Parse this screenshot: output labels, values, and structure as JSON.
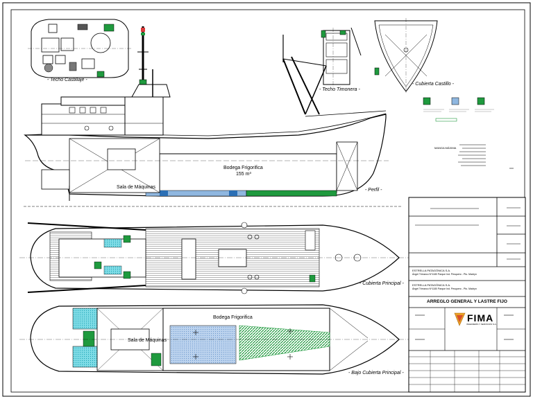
{
  "labels": {
    "techo_castillaje": "- Techo Castillaje -",
    "techo_timonera": "- Techo Timonera -",
    "cubierta_castillo": "- Cubierta Castillo -",
    "perfil": "- Perfil -",
    "cubierta_principal": "- Cubierta Principal -",
    "bajo_cubierta": "- Bajo Cubierta Principal -",
    "bodega_perfil": "Bodega Frigorifica",
    "bodega_volumen": "155 m³",
    "sala_maquinas_perfil": "Sala de Máquinas",
    "bodega_planta": "Bodega Frigorifica",
    "sala_maquinas_planta": "Sala de Máquinas",
    "manga_maxima": "MANGA MÁXIMA"
  },
  "title_block": {
    "company_1": "ESTRELLA PATAGÓNICA S.A.",
    "address_1": "Ángel Trimarco Nº1180 Parque Ind. Pesquero - Pto. Madryn",
    "company_2": "ESTRELLA PATAGÓNICA S.A.",
    "address_2": "Ángel Trimarco Nº1180 Parque Ind. Pesquero - Pto. Madryn",
    "drawing_title": "ARREGLO GENERAL Y LASTRE FIJO",
    "logo_text": "FIMA",
    "logo_subtext": "INGENIERÍA Y SERVICIOS S.A."
  },
  "colors": {
    "cyan": "#3fc6d6",
    "green": "#1f9a3e",
    "blue_tank": "#8fb7e0",
    "dark_blue": "#2b6fb5",
    "line": "#000000"
  }
}
